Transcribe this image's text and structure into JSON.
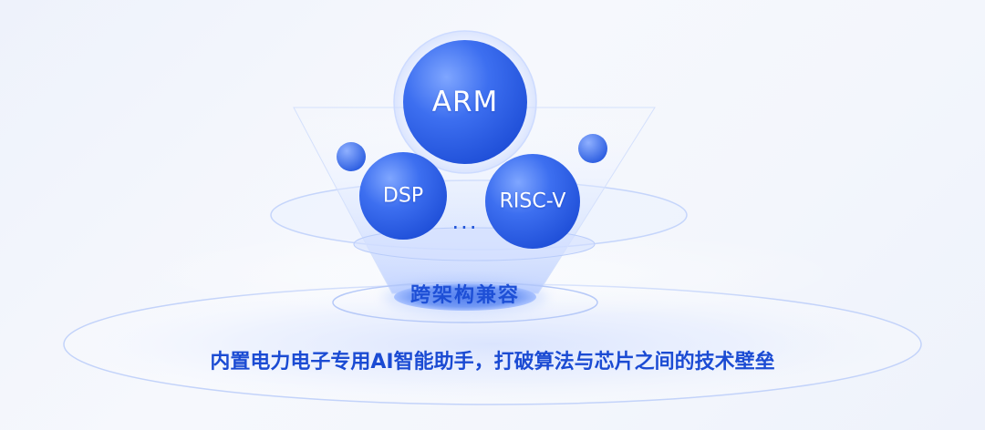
{
  "diagram": {
    "nodes": {
      "arm": "ARM",
      "dsp": "DSP",
      "risc_v": "RISC-V",
      "ellipsis": "..."
    },
    "core_label": "跨架构兼容",
    "tagline": "内置电力电子专用AI智能助手，打破算法与芯片之间的技术壁垒"
  },
  "colors": {
    "accent": "#2a63e8",
    "accent_dark": "#1b4bd3",
    "background": "#f3f6fc"
  }
}
